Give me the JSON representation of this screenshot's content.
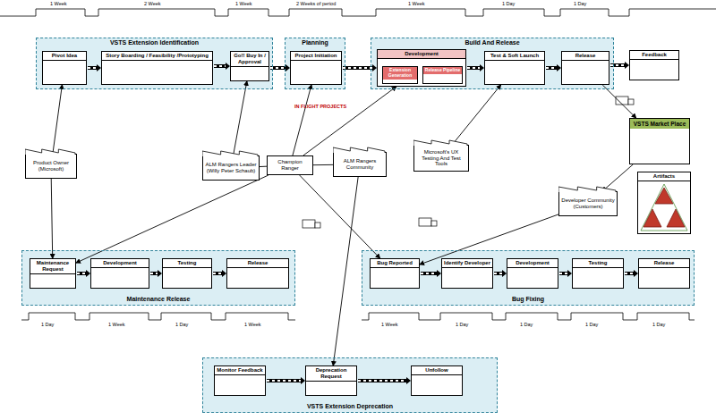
{
  "diagram": {
    "nodes": [
      {
        "text": [
          "VSTS Extension Identification"
        ]
      },
      {
        "text": [
          "Pivot Idea"
        ],
        "in": 0
      },
      {
        "text": [
          "Story Boarding / Feasibility /Prototyping"
        ],
        "in": 0
      },
      {
        "text": [
          "Go!! Buy In / Approval"
        ],
        "in": 0
      },
      {
        "text": [
          "Planning"
        ]
      },
      {
        "text": [
          "Project Initiation"
        ],
        "in": 4
      },
      {
        "text": [
          "Build And Release"
        ]
      },
      {
        "text": [
          "Development"
        ],
        "in": 6
      },
      {
        "text": [
          "Extension Generation"
        ],
        "in": 7
      },
      {
        "text": [
          "Release Pipeline"
        ],
        "in": 7
      },
      {
        "text": [
          "Test & Soft Launch"
        ],
        "in": 6
      },
      {
        "text": [
          "Release"
        ],
        "in": 6
      },
      {
        "text": [
          "Feedback"
        ]
      },
      {
        "text": [
          "Product Owner (Microsoft)"
        ]
      },
      {
        "text": [
          "ALM Rangers Leader (Willy Peter Schaub)"
        ]
      },
      {
        "text": [
          "Champion Ranger"
        ]
      },
      {
        "text": [
          "ALM Rangers Community"
        ]
      },
      {
        "text": [
          "Microsoft's UX Testing And Test Tools"
        ]
      },
      {
        "text": [
          "VSTS Market Place"
        ]
      },
      {
        "text": [
          "Artifacts"
        ]
      },
      {
        "text": [
          "Developer Community (Customers)"
        ]
      },
      {
        "text": [
          "Maintenance Release"
        ]
      },
      {
        "text": [
          "Maintenance Request"
        ],
        "in": 21
      },
      {
        "text": [
          "Development"
        ],
        "in": 21
      },
      {
        "text": [
          "Testing"
        ],
        "in": 21
      },
      {
        "text": [
          "Release"
        ],
        "in": 21
      },
      {
        "text": [
          "Bug Fixing"
        ]
      },
      {
        "text": [
          "Bug Reported"
        ],
        "in": 26
      },
      {
        "text": [
          "Identify Developer"
        ],
        "in": 26
      },
      {
        "text": [
          "Development"
        ],
        "in": 26
      },
      {
        "text": [
          "Testing"
        ],
        "in": 26
      },
      {
        "text": [
          "Release"
        ],
        "in": 26
      },
      {
        "text": [
          "VSTS Extension Deprecation"
        ]
      },
      {
        "text": [
          "Monitor Feedback"
        ],
        "in": 32
      },
      {
        "text": [
          "Deprecation Request"
        ],
        "in": 32
      },
      {
        "text": [
          "Unfollow"
        ],
        "in": 32
      }
    ],
    "edges": [
      {
        "from": 1,
        "to": 2,
        "arrow": "to"
      },
      {
        "from": 2,
        "to": 3,
        "arrow": "to"
      },
      {
        "from": 3,
        "to": 5,
        "arrow": "to"
      },
      {
        "from": 5,
        "to": 7,
        "arrow": "to"
      },
      {
        "from": 7,
        "to": 10,
        "arrow": "to"
      },
      {
        "from": 10,
        "to": 11,
        "arrow": "to"
      },
      {
        "from": 11,
        "to": 12,
        "arrow": "to"
      },
      {
        "from": 22,
        "to": 23,
        "arrow": "to"
      },
      {
        "from": 23,
        "to": 24,
        "arrow": "to"
      },
      {
        "from": 24,
        "to": 25,
        "arrow": "to"
      },
      {
        "from": 27,
        "to": 28,
        "arrow": "to"
      },
      {
        "from": 28,
        "to": 29,
        "arrow": "to"
      },
      {
        "from": 29,
        "to": 30,
        "arrow": "to"
      },
      {
        "from": 30,
        "to": 31,
        "arrow": "to"
      },
      {
        "from": 33,
        "to": 34,
        "arrow": "to"
      },
      {
        "from": 34,
        "to": 35,
        "arrow": "to"
      },
      {
        "from": 13,
        "to": 1,
        "arrow": "to"
      },
      {
        "from": 14,
        "to": 3,
        "arrow": "to"
      },
      {
        "from": 15,
        "to": 5,
        "arrow": "to"
      },
      {
        "from": 15,
        "to": 7,
        "arrow": "to"
      },
      {
        "from": 17,
        "to": 10,
        "arrow": "to"
      },
      {
        "from": 11,
        "to": 18,
        "arrow": "to"
      },
      {
        "from": 18,
        "to": 20,
        "arrow": "to"
      },
      {
        "from": 20,
        "to": 27,
        "arrow": "to"
      },
      {
        "from": 15,
        "to": 22,
        "arrow": "to"
      },
      {
        "from": 15,
        "to": 27,
        "arrow": "to"
      },
      {
        "from": 16,
        "to": 34,
        "arrow": "to"
      },
      {
        "from": 13,
        "to": 22,
        "arrow": "to"
      },
      {
        "from": 14,
        "to": 15,
        "arrow": "none"
      },
      {
        "from": 15,
        "to": 16,
        "arrow": "none"
      }
    ],
    "labels": [
      "1 Week",
      "2 Week",
      "1 Week",
      "2 Weeks of period",
      "1 Week",
      "1 Day",
      "1 Day",
      "IN FLIGHT PROJECTS",
      "1 Day",
      "1 Week",
      "1 Day",
      "1 Week",
      "1 Week",
      "1 Day",
      "1 Day",
      "1 Day",
      "1 Day"
    ]
  }
}
